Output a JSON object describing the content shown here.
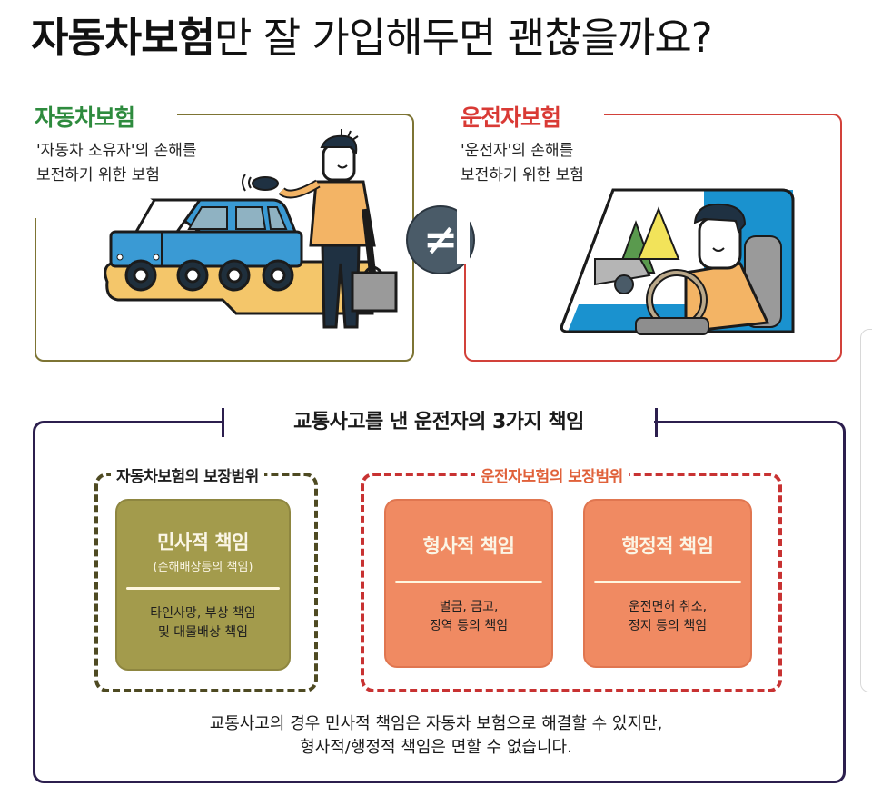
{
  "title": {
    "highlight": "자동차보험",
    "rest": "만 잘 가입해두면 괜찮을까요?"
  },
  "car_insurance": {
    "label": "자동차보험",
    "desc_line1": "'자동차 소유자'의 손해를",
    "desc_line2": "보전하기 위한 보험",
    "color": "#2e8b3e",
    "border_color": "#7d7434",
    "illustration": "man-with-car-key-and-car-icon"
  },
  "comparison_symbol": "≠",
  "driver_insurance": {
    "label": "운전자보험",
    "desc_line1": "'운전자'의 손해를",
    "desc_line2": "보전하기 위한 보험",
    "color": "#d93a35",
    "border_color": "#d2413a",
    "illustration": "man-driving-car-icon"
  },
  "responsibilities": {
    "heading": "교통사고를 낸 운전자의 3가지 책임",
    "car_scope_label": "자동차보험의 보장범위",
    "driver_scope_label": "운전자보험의 보장범위",
    "cards": [
      {
        "title": "민사적 책임",
        "subtitle": "(손해배상등의 책임)",
        "body_line1": "타인사망, 부상 책임",
        "body_line2": "및 대물배상 책임",
        "color": "#a39b4c"
      },
      {
        "title": "형사적 책임",
        "body_line1": "벌금, 금고,",
        "body_line2": "징역 등의 책임",
        "color": "#f08a62"
      },
      {
        "title": "행정적 책임",
        "body_line1": "운전면허 취소,",
        "body_line2": "정지 등의 책임",
        "color": "#f08a62"
      }
    ],
    "footer_line1": "교통사고의 경우 민사적 책임은 자동차 보험으로 해결할 수 있지만,",
    "footer_line2": "형사적/행정적 책임은 면할 수 없습니다."
  }
}
